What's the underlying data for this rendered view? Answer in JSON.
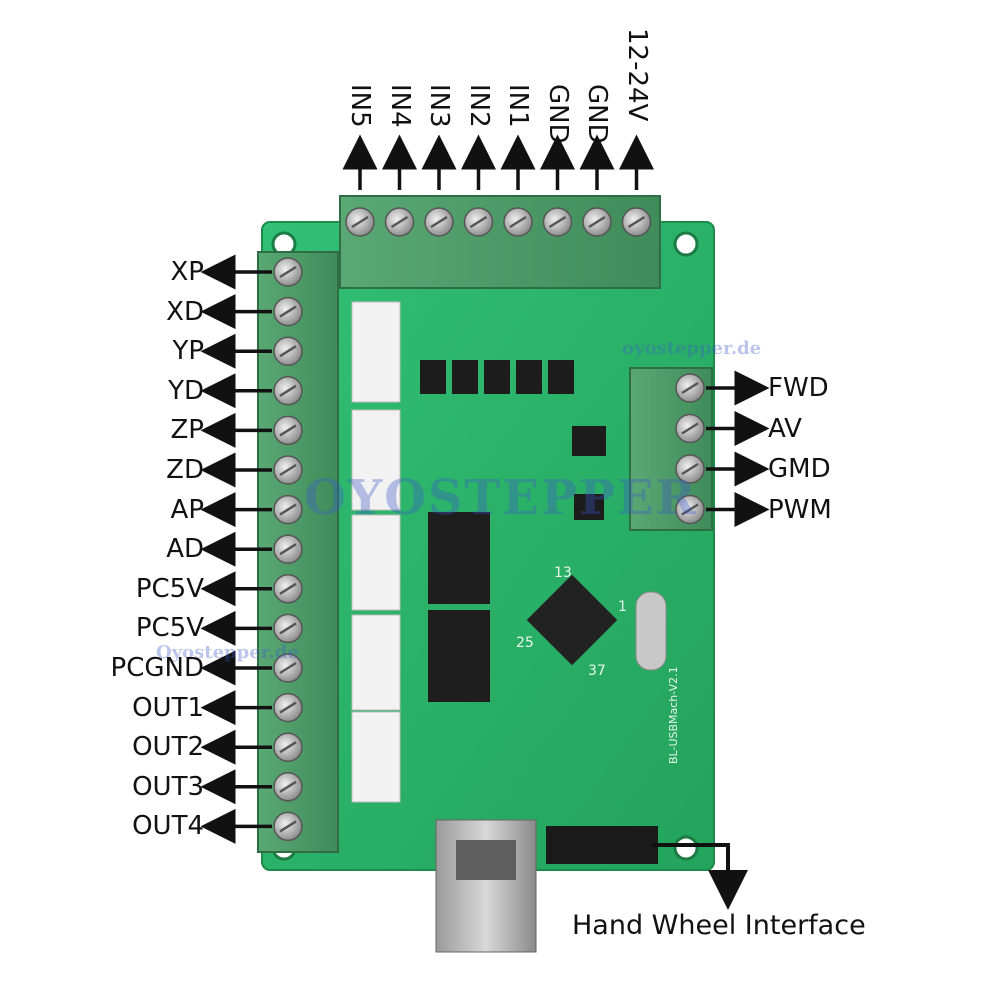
{
  "top_terminals": [
    "IN5",
    "IN4",
    "IN3",
    "IN2",
    "IN1",
    "GND",
    "GND",
    "12-24V"
  ],
  "left_terminals": [
    "XP",
    "XD",
    "YP",
    "YD",
    "ZP",
    "ZD",
    "AP",
    "AD",
    "PC5V",
    "PC5V",
    "PCGND",
    "OUT1",
    "OUT2",
    "OUT3",
    "OUT4"
  ],
  "right_terminals": [
    "FWD",
    "AV",
    "GMD",
    "PWM"
  ],
  "handwheel_label": "Hand Wheel Interface",
  "watermarks": {
    "brand_big": "OYOSTEPPER",
    "site_small_1": "oyostepper.de",
    "site_small_2": "Oyostepper.de"
  },
  "board_silkscreen": {
    "board_id": "BL-USBMach-V2.1",
    "chip_marks": [
      "13",
      "25",
      "37",
      "1"
    ]
  },
  "colors": {
    "pcb": "#2bb56a",
    "terminal": "#4e9e68",
    "label_text": "#111111",
    "watermark": "#4a63c8"
  }
}
